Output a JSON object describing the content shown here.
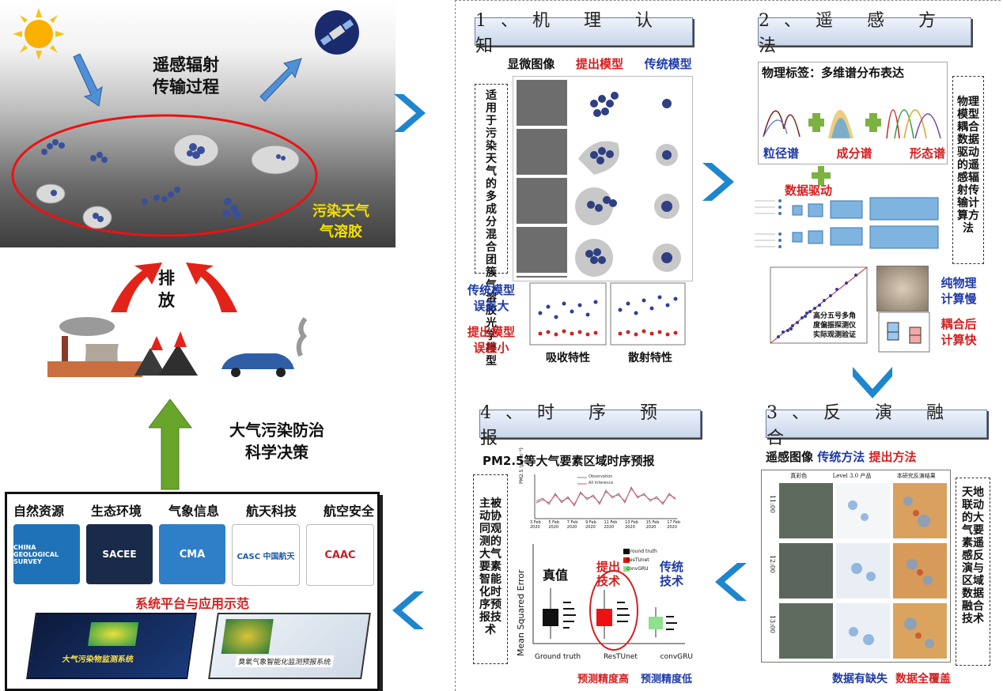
{
  "left": {
    "scene_title": "遥感辐射\n传输过程",
    "scene_title_line1": "遥感辐射",
    "scene_title_line2": "传输过程",
    "aerosol_label_line1": "污染天气",
    "aerosol_label_line2": "气溶胶",
    "emission_line1": "排",
    "emission_line2": "放",
    "decision_line1": "大气污染防治",
    "decision_line2": "科学决策",
    "domains": [
      "自然资源",
      "生态环境",
      "气象信息",
      "航天科技",
      "航空安全"
    ],
    "logos": [
      "CHINA GEOLOGICAL SURVEY",
      "SACEE",
      "CMA",
      "CASC 中国航天",
      "CAAC"
    ],
    "platform_title": "系统平台与应用示范",
    "screen1_caption": "大气污染物监测系统",
    "screen2_caption": "臭氧气象智能化监测预报系统"
  },
  "step1": {
    "title": "1、机 理 认 知",
    "col_headers": [
      "显微图像",
      "提出模型",
      "传统模型"
    ],
    "side_text": "适用于污染天气的多成分混合团簇气溶胶光学模型",
    "traditional_error_line1": "传统模型",
    "traditional_error_line2": "误差大",
    "proposed_error_line1": "提出模型",
    "proposed_error_line2": "误差小",
    "plot_labels": [
      "吸收特性",
      "散射特性"
    ]
  },
  "step2": {
    "title": "2、遥 感 方 法",
    "physical_label": "物理标签：多维谱分布表达",
    "spectra": [
      "粒径谱",
      "成分谱",
      "形态谱"
    ],
    "data_driven": "数据驱动",
    "side_text": "物理模型耦合数据驱动的遥感辐射传输计算方法",
    "validation_text_line1": "高分五号多角",
    "validation_text_line2": "度偏振探测仪",
    "validation_text_line3": "实际观测验证",
    "pure_physics_line1": "纯物理",
    "pure_physics_line2": "计算慢",
    "coupled_line1": "耦合后",
    "coupled_line2": "计算快"
  },
  "step3": {
    "title": "3、反 演 融 合",
    "header": [
      "遥感图像",
      "传统方法",
      "提出方法"
    ],
    "side_text": "天地联动的大气要素遥感反演与区域数据融合技术",
    "row_times": [
      "11:00",
      "12:00",
      "13:00"
    ],
    "col_titles": [
      "真彩色",
      "Level 3.0 产品",
      "本研究反演结果"
    ],
    "footer_left": "数据有缺失",
    "footer_right": "数据全覆盖"
  },
  "step4": {
    "title": "4、时 序 预 报",
    "subtitle": "PM2.5等大气要素区域时序预报",
    "side_text": "主被动协同观测的大气要素智能化时序预报技术",
    "chart_ylabel": "Mean Squared Error",
    "chart_categories": [
      "Ground truth",
      "ResTUnet",
      "convGRU"
    ],
    "legend": [
      "Ground truth",
      "ResTUnet",
      "convGRU"
    ],
    "ann_truth": "真值",
    "ann_proposed_line1": "提出",
    "ann_proposed_line2": "技术",
    "ann_traditional_line1": "传统",
    "ann_traditional_line2": "技术",
    "footer_high": "预测精度高",
    "footer_low": "预测精度低",
    "ts_legend": [
      "Observation",
      "All Inference"
    ],
    "ts_xticks": [
      "3 Feb\n2020",
      "5 Feb\n2020",
      "7 Feb\n2020",
      "9 Feb\n2020",
      "11 Feb\n2020",
      "13 Feb\n2020",
      "15 Feb\n2020",
      "17 Feb\n2020"
    ],
    "ts_ylabel": "PM2.5 (μg m⁻³)"
  },
  "colors": {
    "arrow_blue": "#1e86cf",
    "arrow_red": "#e2231a",
    "arrow_green": "#6aa52b",
    "text_red": "#d42020",
    "text_blue": "#1f3aa8",
    "yellow": "#f2e100"
  }
}
